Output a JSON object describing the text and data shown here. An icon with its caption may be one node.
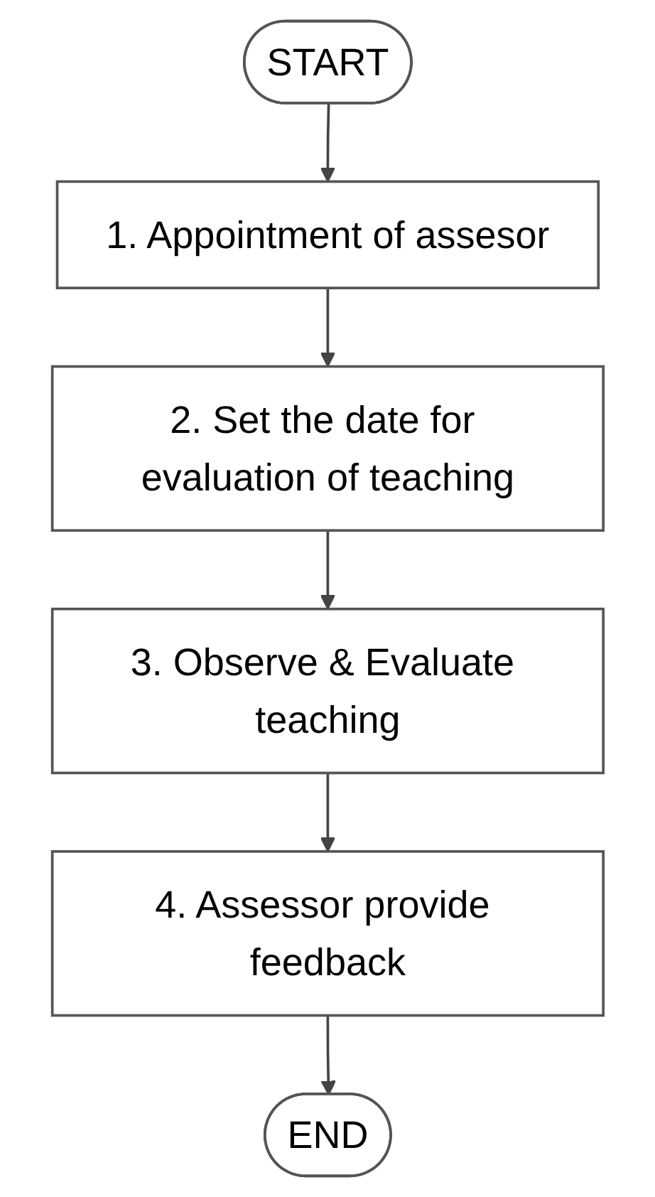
{
  "diagram": {
    "nodes": [
      {
        "text": [
          "START"
        ]
      },
      {
        "text": [
          "1. Appointment of assesor"
        ]
      },
      {
        "text": [
          "2. Set the date for evaluation of teaching"
        ]
      },
      {
        "text": [
          "3. Observe & Evaluate teaching"
        ]
      },
      {
        "text": [
          "4. Assessor provide feedback"
        ]
      },
      {
        "text": [
          "END"
        ]
      }
    ],
    "edges": [
      {
        "from": 0,
        "to": 1,
        "arrow": "to"
      },
      {
        "from": 1,
        "to": 2,
        "arrow": "to"
      },
      {
        "from": 2,
        "to": 3,
        "arrow": "to"
      },
      {
        "from": 3,
        "to": 4,
        "arrow": "to"
      },
      {
        "from": 4,
        "to": 5,
        "arrow": "to"
      }
    ]
  }
}
